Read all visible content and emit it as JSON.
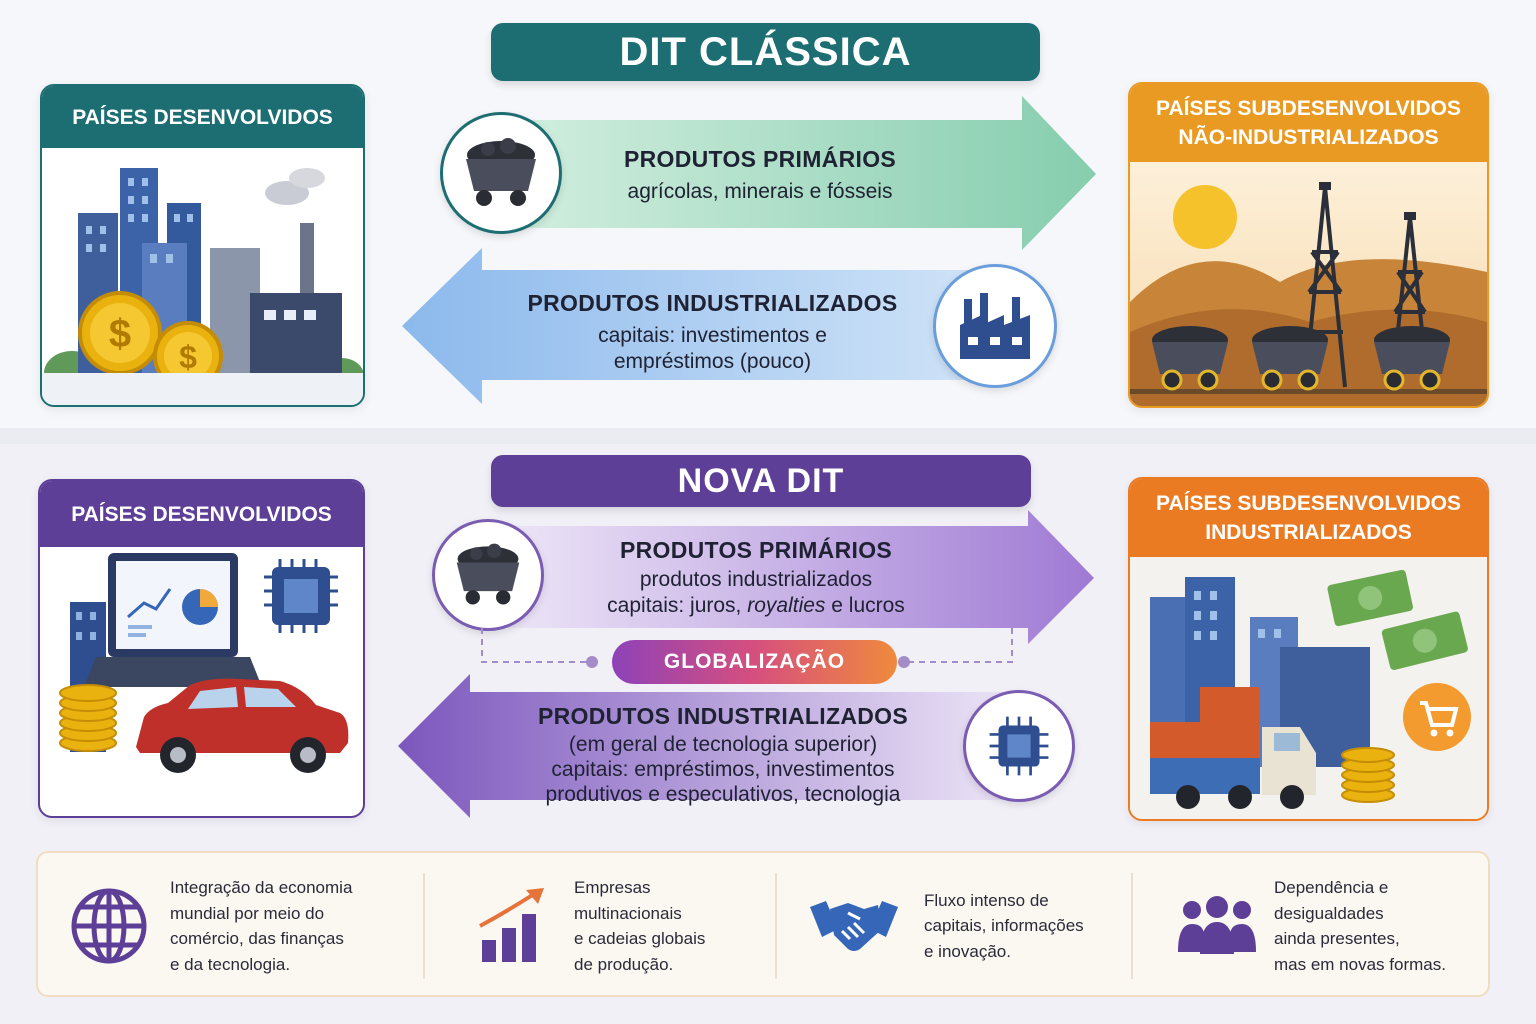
{
  "classic": {
    "title": "DIT CLÁSSICA",
    "developed": {
      "label": "PAÍSES DESENVOLVIDOS"
    },
    "underdeveloped": {
      "label_line1": "PAÍSES SUBDESENVOLVIDOS",
      "label_line2": "NÃO-INDUSTRIALIZADOS"
    },
    "arrow_right": {
      "title": "PRODUTOS PRIMÁRIOS",
      "subtitle": "agrícolas, minerais e fósseis"
    },
    "arrow_left": {
      "title": "PRODUTOS INDUSTRIALIZADOS",
      "subtitle_line1": "capitais: investimentos e",
      "subtitle_line2": "empréstimos (pouco)"
    }
  },
  "nova": {
    "title": "NOVA DIT",
    "developed": {
      "label": "PAÍSES DESENVOLVIDOS"
    },
    "underdeveloped": {
      "label_line1": "PAÍSES SUBDESENVOLVIDOS",
      "label_line2": "INDUSTRIALIZADOS"
    },
    "arrow_right": {
      "title": "PRODUTOS PRIMÁRIOS",
      "line1": "produtos industrializados",
      "line2_prefix": "capitais: juros, ",
      "line2_italic": "royalties",
      "line2_suffix": " e lucros"
    },
    "globalization": "GLOBALIZAÇÃO",
    "arrow_left": {
      "title": "PRODUTOS INDUSTRIALIZADOS",
      "line1": "(em geral de tecnologia superior)",
      "line2": "capitais: empréstimos, investimentos",
      "line3": "produtivos e especulativos, tecnologia"
    }
  },
  "footer": [
    {
      "icon": "globe-icon",
      "lines": [
        "Integração da economia",
        "mundial por meio do",
        "comércio, das finanças",
        "e da tecnologia."
      ]
    },
    {
      "icon": "growth-chart-icon",
      "lines": [
        "Empresas",
        "multinacionais",
        "e cadeias globais",
        "de produção."
      ]
    },
    {
      "icon": "handshake-icon",
      "lines": [
        "Fluxo intenso de",
        "capitais, informações",
        "e inovação."
      ]
    },
    {
      "icon": "people-icon",
      "lines": [
        "Dependência e",
        "desigualdades",
        "ainda presentes,",
        "mas em novas formas."
      ]
    }
  ],
  "colors": {
    "teal": "#1d6e73",
    "purple": "#5e3f98",
    "amber": "#e89a22",
    "orange": "#ea7b23",
    "green_arrow": "#9fd8be",
    "blue_arrow": "#a9cdf2",
    "purple_arrow": "#b89be0"
  }
}
